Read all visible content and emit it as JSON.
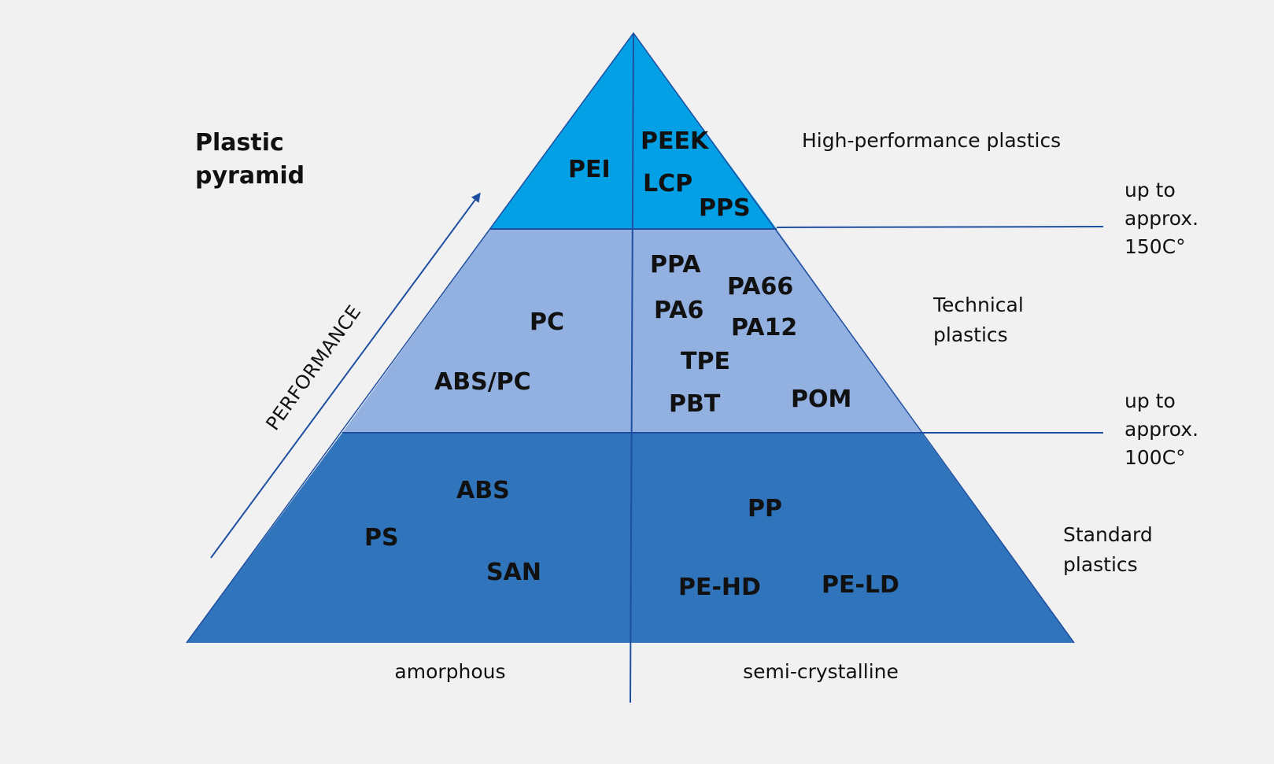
{
  "title_lines": [
    "Plastic",
    "pyramid"
  ],
  "performance_label": "PERFORMANCE",
  "tiers": [
    {
      "key": "high",
      "color": "#04a0e6",
      "label_lines": [
        "High-performance plastics"
      ],
      "amorphous": [
        "PEI"
      ],
      "semicrystalline": [
        "PEEK",
        "LCP",
        "PPS"
      ]
    },
    {
      "key": "technical",
      "color": "#92b0e0",
      "label_lines": [
        "Technical",
        "plastics"
      ],
      "amorphous": [
        "PC",
        "ABS/PC"
      ],
      "semicrystalline": [
        "PPA",
        "PA66",
        "PA6",
        "PA12",
        "TPE",
        "PBT",
        "POM"
      ]
    },
    {
      "key": "standard",
      "color": "#3074bc",
      "label_lines": [
        "Standard",
        "plastics"
      ],
      "amorphous": [
        "ABS",
        "PS",
        "SAN"
      ],
      "semicrystalline": [
        "PP",
        "PE-HD",
        "PE-LD"
      ]
    }
  ],
  "thresholds": [
    {
      "lines": [
        "up to",
        "approx.",
        "150C°"
      ]
    },
    {
      "lines": [
        "up to",
        "approx.",
        "100C°"
      ]
    }
  ],
  "bottom_labels": {
    "amorphous": "amorphous",
    "semicrystalline": "semi-crystalline"
  },
  "line_color": "#1f4fa0"
}
